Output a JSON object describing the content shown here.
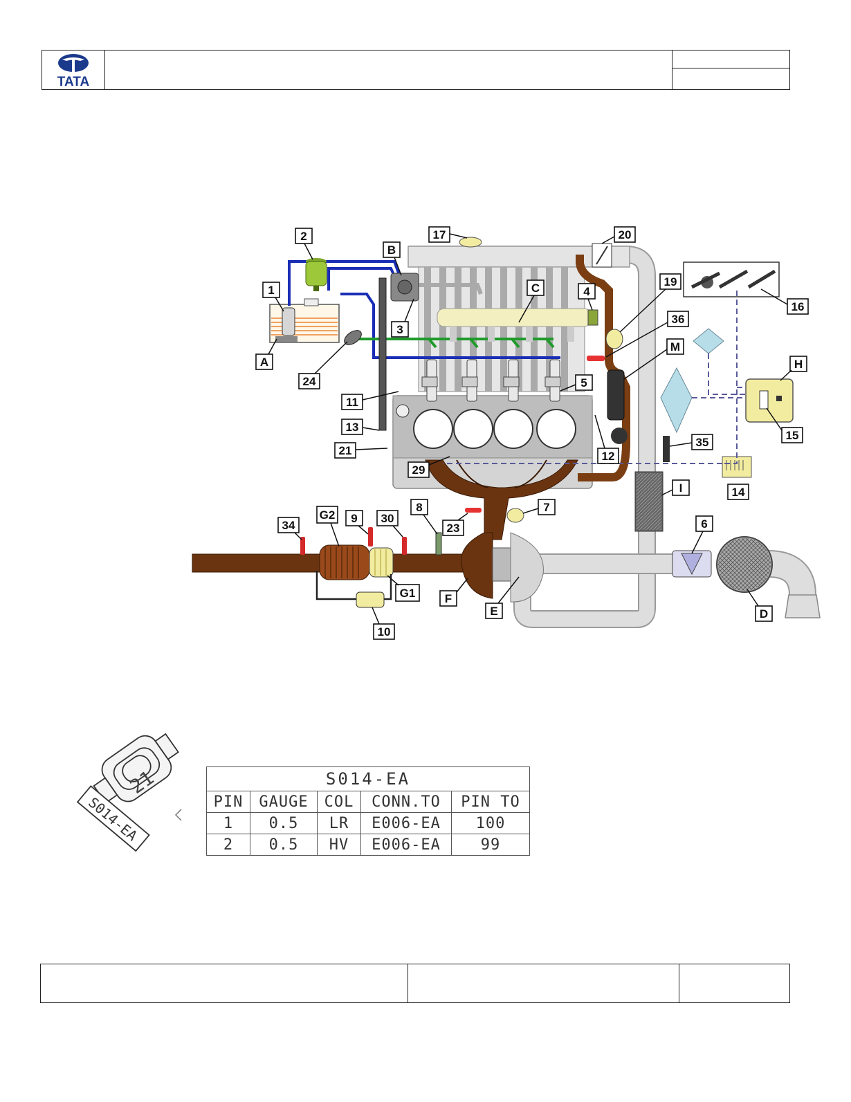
{
  "header": {
    "logo_text": "TATA",
    "title": "",
    "ref_top": "",
    "ref_bottom": ""
  },
  "diagram": {
    "component_labels": [
      "1",
      "2",
      "3",
      "4",
      "5",
      "6",
      "7",
      "8",
      "9",
      "10",
      "11",
      "12",
      "13",
      "14",
      "15",
      "16",
      "17",
      "19",
      "20",
      "21",
      "23",
      "24",
      "29",
      "30",
      "34",
      "35",
      "36",
      "A",
      "B",
      "C",
      "D",
      "E",
      "F",
      "G2",
      "G1",
      "H",
      "I",
      "M"
    ]
  },
  "connector": {
    "id": "S014-EA",
    "pin_marking": "21",
    "table": {
      "title": "S014-EA",
      "headers": [
        "PIN",
        "GAUGE",
        "COL",
        "CONN.TO",
        "PIN TO"
      ],
      "rows": [
        [
          "1",
          "0.5",
          "LR",
          "E006-EA",
          "100"
        ],
        [
          "2",
          "0.5",
          "HV",
          "E006-EA",
          "99"
        ]
      ]
    }
  },
  "footer": {
    "left": "",
    "middle": "",
    "right": ""
  },
  "colors": {
    "fuel_line": "#1a2db5",
    "return_line": "#1f9a2b",
    "exhaust": "#6b3410",
    "intake": "#d9d9d9",
    "rail": "#f3efc0",
    "ecu": "#f2eca0",
    "logo": "#1b3a8c",
    "signal": "#5a5a9a"
  }
}
